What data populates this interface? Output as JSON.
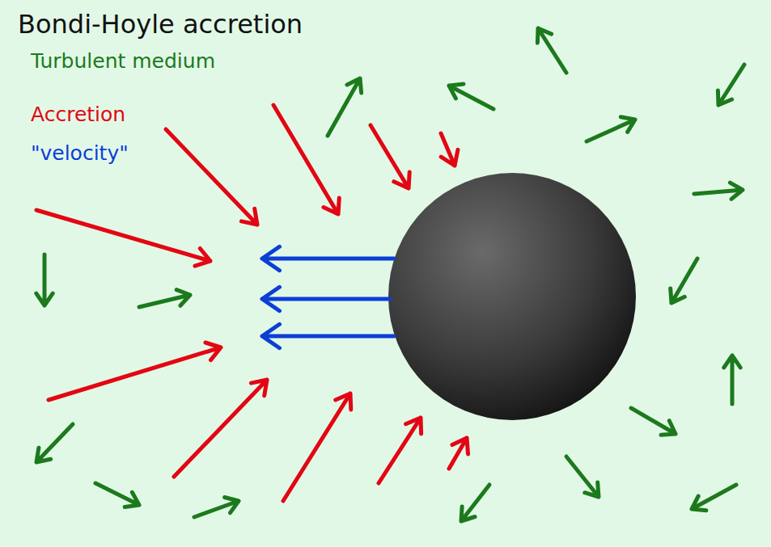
{
  "diagram": {
    "title": "Bondi-Hoyle accretion",
    "labels": [
      "Turbulent medium",
      "Accretion",
      "\"velocity\""
    ]
  }
}
